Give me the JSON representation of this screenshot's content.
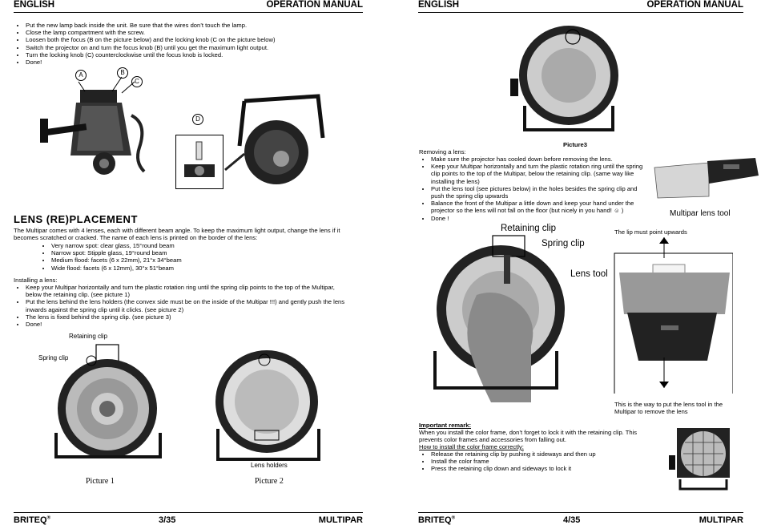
{
  "left": {
    "header_left": "ENGLISH",
    "header_right": "OPERATION MANUAL",
    "steps_top": [
      "Put the new lamp back inside the unit. Be sure that the wires don’t touch the lamp.",
      "Close the lamp compartment with the screw.",
      "Loosen both the focus (B on the picture below) and the locking knob (C on the picture below)",
      "Switch the projector on and turn the focus knob (B) until you get the maximum light output.",
      "Turn the locking knob (C) counterclockwise until the focus knob is locked.",
      "Done!"
    ],
    "callouts": {
      "a": "A",
      "b": "B",
      "c": "C",
      "d": "D"
    },
    "section_title": "LENS (RE)PLACEMENT",
    "intro": "The Multipar comes with 4 lenses, each with different beam angle. To keep the maximum light output, change the lens if it becomes scratched or cracked. The name of each lens is printed on the border of the lens:",
    "lenses": [
      "Very narrow spot: clear glass, 15°round beam",
      "Narrow spot: Stipple glass, 19°round beam",
      "Medium flood: facets (6 x 22mm), 21°x 34°beam",
      "Wide flood: facets (6 x 12mm), 30°x 51°beam"
    ],
    "installing_title": "Installing a lens:",
    "installing_steps": [
      "Keep your Multipar horizontally and turn the plastic rotation ring until the spring clip points to the top of the Multipar, below the retaining clip. (see picture 1)",
      "Put the lens behind the lens holders (the convex side must be on the inside of the Multipar !!!) and gently push the lens inwards against the spring clip until it clicks. (see picture 2)",
      "The lens is fixed behind the spring clip. (see picture 3)",
      "Done!"
    ],
    "pic1_label_retaining": "Retaining clip",
    "pic1_label_spring": "Spring clip",
    "pic2_label_holders": "Lens holders",
    "pic1_caption": "Picture 1",
    "pic2_caption": "Picture 2",
    "footer_brand": "BRITEQ",
    "footer_reg": "®",
    "footer_page": "3/35",
    "footer_product": "MULTIPAR"
  },
  "right": {
    "header_left": "ENGLISH",
    "header_right": "OPERATION MANUAL",
    "pic3_caption": "Picture3",
    "removing_title": "Removing a lens:",
    "removing_steps": [
      "Make sure the projector has cooled down before removing the lens.",
      "Keep your Multipar horizontally and turn the plastic rotation ring until the spring clip points to the top of the Multipar,  below the retaining clip. (same way like installing the lens)",
      "Put the lens tool (see pictures below) in the holes besides the spring clip and push the spring clip upwards",
      "Balance the front of the Multipar a little down and keep your hand under the projector so the lens will not fall on the floor (but nicely in you hand! ☺ )",
      "Done !"
    ],
    "tool_caption": "Multipar lens tool",
    "label_retaining": "Retaining clip",
    "label_spring": "Spring clip",
    "label_tool": "Lens tool",
    "lip_text": "The lip must point upwards",
    "way_text": "This is the way to put the lens tool in the Multipar to remove the lens",
    "remark_title": "Important remark:",
    "remark_text": "When you install the color frame, don’t forget to lock it with the retaining clip. This prevents color frames and accessories from falling out.",
    "howto_title": "How to install the color frame correctly:",
    "howto_steps": [
      "Release the retaining clip by pushing it sideways and then up",
      "Install the color frame",
      "Press the retaining clip down and sideways to lock it"
    ],
    "footer_brand": "BRITEQ",
    "footer_reg": "®",
    "footer_page": "4/35",
    "footer_product": "MULTIPAR"
  }
}
